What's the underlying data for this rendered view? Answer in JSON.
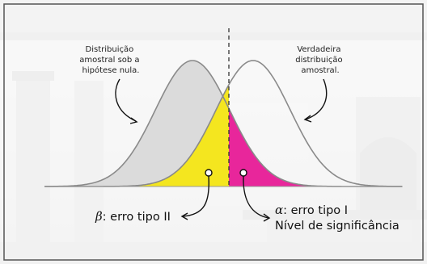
{
  "background": {
    "description_icon": "classical-building-photo-background",
    "base_color": "#e6e6e6",
    "overlay_color": "#ffffff"
  },
  "labels": {
    "null_dist": [
      "Distribuição",
      "amostral sob a",
      "hipótese nula."
    ],
    "true_dist": [
      "Verdadeira",
      "distribuição",
      "amostral."
    ],
    "beta_symbol": "β",
    "beta_text": ": erro tipo II",
    "alpha_symbol": "α",
    "alpha_text": ": erro tipo I",
    "significance": "Nível de significância"
  },
  "colors": {
    "curve": "#8a8a8a",
    "null_fill": "#d6d6d6",
    "beta_region": "#f4e61f",
    "alpha_region": "#e8269b",
    "threshold": "#333333",
    "text": "#111111",
    "frame": "#555555"
  }
}
